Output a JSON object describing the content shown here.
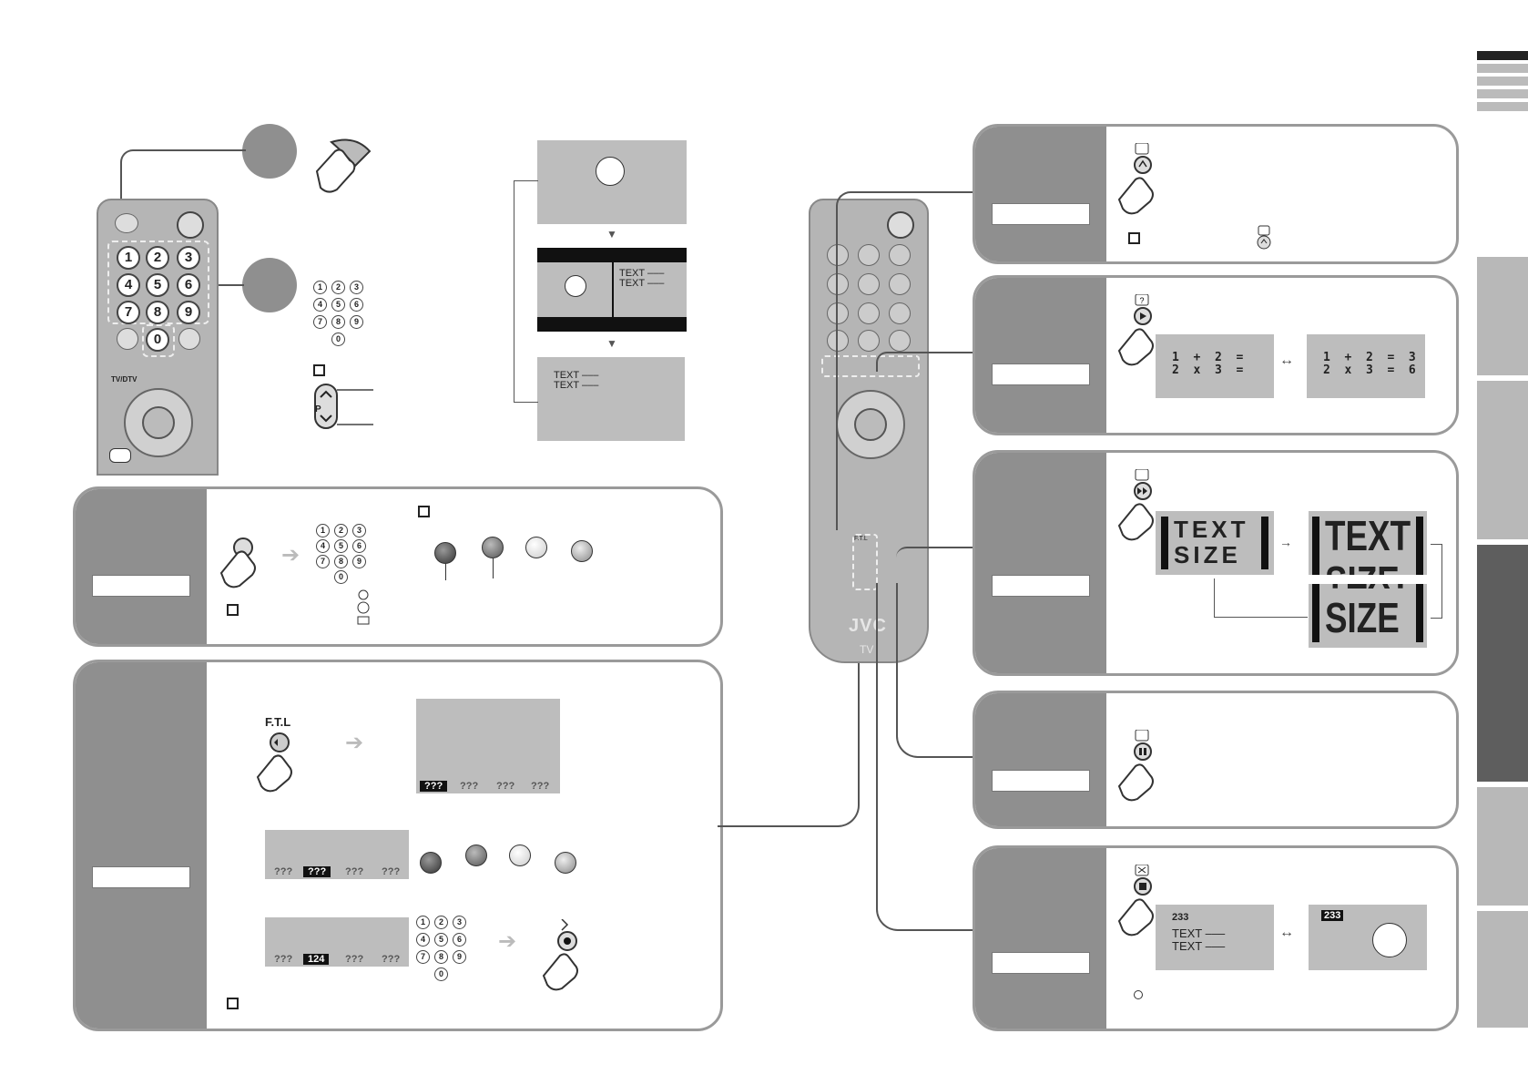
{
  "keypad": [
    "1",
    "2",
    "3",
    "4",
    "5",
    "6",
    "7",
    "8",
    "9",
    "0"
  ],
  "remote": {
    "tv_dtv": "TV/DTV",
    "brand": "JVC",
    "model": "TV",
    "ftl_small": "F.T.L",
    "p_label": "P"
  },
  "screens": {
    "text_line": "TEXT –––"
  },
  "ftl": {
    "button_label": "F.T.L",
    "bar_items": [
      "???",
      "???",
      "???",
      "???"
    ],
    "page_entry": "124"
  },
  "math": {
    "q_line1": "1  +  2  =",
    "q_line2": "2  x  3  =",
    "a_line1": "1  +  2  =  3",
    "a_line2": "2  x  3  =  6"
  },
  "size": {
    "line1": "TEXT",
    "line2": "SIZE"
  },
  "subpage": {
    "page_num": "233",
    "text1": "TEXT –––",
    "text2": "TEXT –––"
  },
  "colors": {
    "panel_side": "#8f8f8f",
    "screen_grey": "#bdbdbd",
    "tab_dark": "#5e5e5e",
    "tab_light": "#b8b8b8"
  }
}
